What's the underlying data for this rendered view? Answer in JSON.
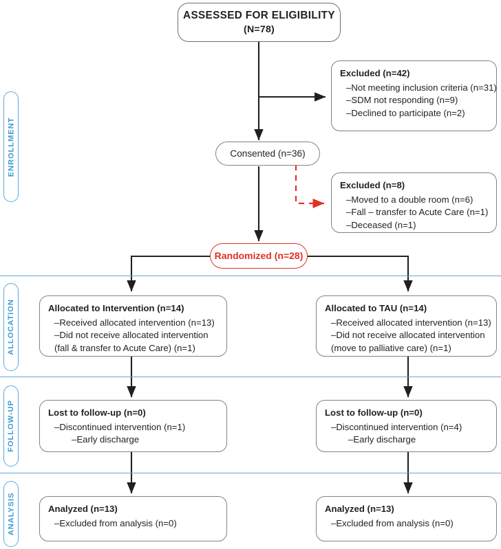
{
  "title": "CONSORT Participant Flow Diagram",
  "colors": {
    "accent_red": "#e03127",
    "stage_blue": "#3d9bd4",
    "box_border": "#808285",
    "text": "#231f20",
    "connector": "#231f20"
  },
  "stages": [
    {
      "id": "enrollment",
      "label": "ENROLLMENT"
    },
    {
      "id": "allocation",
      "label": "ALLOCATION"
    },
    {
      "id": "followup",
      "label": "FOLLOW-UP"
    },
    {
      "id": "analysis",
      "label": "ANALYSIS"
    }
  ],
  "nodes": {
    "assessed": {
      "title": "ASSESSED FOR ELIGIBILITY",
      "subtitle": "(N=78)"
    },
    "excluded_screening": {
      "title": "Excluded (n=42)",
      "items": [
        "–Not meeting inclusion criteria (n=31)",
        "–SDM not responding (n=9)",
        "–Declined to participate (n=2)"
      ]
    },
    "consented": {
      "title": "Consented (n=36)"
    },
    "excluded_post_consent": {
      "title": "Excluded (n=8)",
      "items": [
        "–Moved to a double room (n=6)",
        "–Fall – transfer to Acute Care (n=1)",
        "–Deceased (n=1)"
      ]
    },
    "randomized": {
      "title": "Randomized (n=28)"
    },
    "alloc_intervention": {
      "title": "Allocated to Intervention (n=14)",
      "items": [
        "–Received allocated intervention (n=13)",
        "–Did not receive allocated intervention",
        "(fall & transfer to Acute Care) (n=1)"
      ]
    },
    "alloc_tau": {
      "title": "Allocated to TAU (n=14)",
      "items": [
        "–Received allocated intervention (n=13)",
        "–Did not receive allocated intervention",
        "(move to palliative care) (n=1)"
      ]
    },
    "followup_intervention": {
      "title": "Lost to follow-up (n=0)",
      "items": [
        "–Discontinued intervention (n=1)",
        "–Early discharge"
      ]
    },
    "followup_tau": {
      "title": "Lost to follow-up (n=0)",
      "items": [
        "–Discontinued intervention (n=4)",
        "–Early discharge"
      ]
    },
    "analyzed_intervention": {
      "title": "Analyzed (n=13)",
      "items": [
        "–Excluded from analysis (n=0)"
      ]
    },
    "analyzed_tau": {
      "title": "Analyzed (n=13)",
      "items": [
        "–Excluded from analysis (n=0)"
      ]
    }
  }
}
